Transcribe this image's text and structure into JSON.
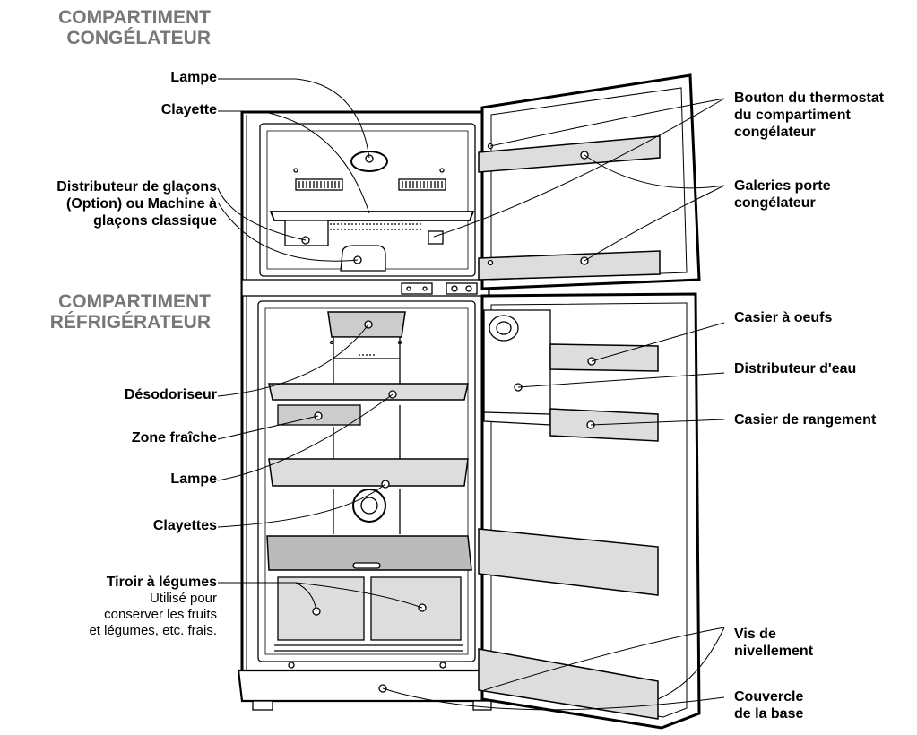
{
  "sections": {
    "freezer": "COMPARTIMENT\nCONGÉLATEUR",
    "fridge": "COMPARTIMENT\nRÉFRIGÉRATEUR"
  },
  "labels": {
    "lampe_top": "Lampe",
    "clayette": "Clayette",
    "distributeur_glacons": "Distributeur de glaçons\n(Option) ou  Machine à\nglaçons classique",
    "desodoriseur": "Désodoriseur",
    "zone_fraiche": "Zone fraîche",
    "lampe_bottom": "Lampe",
    "clayettes": "Clayettes",
    "tiroir_legumes": "Tiroir à légumes",
    "tiroir_desc": "Utilisé pour\nconserver les fruits\net légumes, etc. frais.",
    "thermostat": "Bouton du thermostat\ndu compartiment\ncongélateur",
    "galeries": "Galeries porte\ncongélateur",
    "casier_oeufs": "Casier à oeufs",
    "distributeur_eau": "Distributeur d'eau",
    "casier_rangement": "Casier de rangement",
    "vis": "Vis de\nnivellement",
    "couvercle": "Couvercle\nde la base"
  }
}
